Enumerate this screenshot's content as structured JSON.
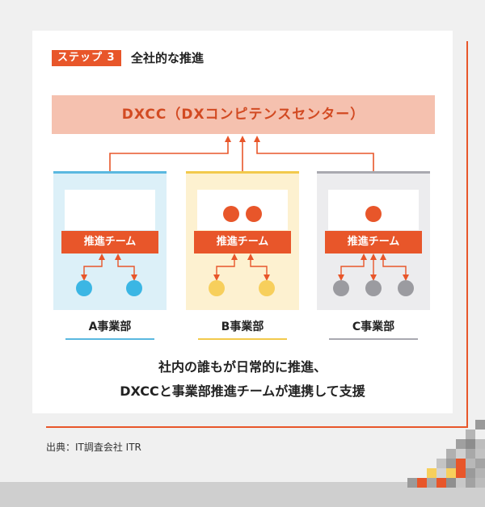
{
  "step": {
    "badge": "ステップ 3",
    "title": "全社的な推進"
  },
  "dxcc": {
    "label": "DXCC（DXコンピテンスセンター）"
  },
  "divisions": [
    {
      "name": "A事業部",
      "team_label": "推進チーム",
      "color": "#5ab8e0"
    },
    {
      "name": "B事業部",
      "team_label": "推進チーム",
      "color": "#f2c94c"
    },
    {
      "name": "C事業部",
      "team_label": "推進チーム",
      "color": "#a9a9b0"
    }
  ],
  "summary": {
    "line1": "社内の誰もが日常的に推進、",
    "line2": "DXCCと事業部推進チームが連携して支援"
  },
  "source": "出典：IT調査会社 ITR",
  "colors": {
    "accent": "#e8562a",
    "dxcc_bg": "#f5c1af"
  }
}
